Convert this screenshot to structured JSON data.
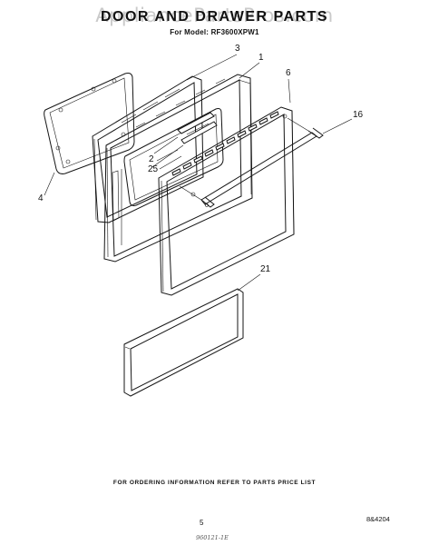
{
  "header": {
    "watermark": "AppliancePartsPros.com",
    "title": "DOOR AND DRAWER PARTS",
    "model": "For Model: RF3600XPW1"
  },
  "callouts": {
    "c1": "1",
    "c2": "2",
    "c3": "3",
    "c4": "4",
    "c6": "6",
    "c16": "16",
    "c21": "21",
    "c25": "25"
  },
  "footer": {
    "note": "FOR ORDERING INFORMATION REFER TO PARTS PRICE LIST",
    "page": "5",
    "code": "8&4204",
    "handwritten": "960121-1E"
  },
  "colors": {
    "ink": "#151515",
    "watermark": "#b9b9b9"
  }
}
